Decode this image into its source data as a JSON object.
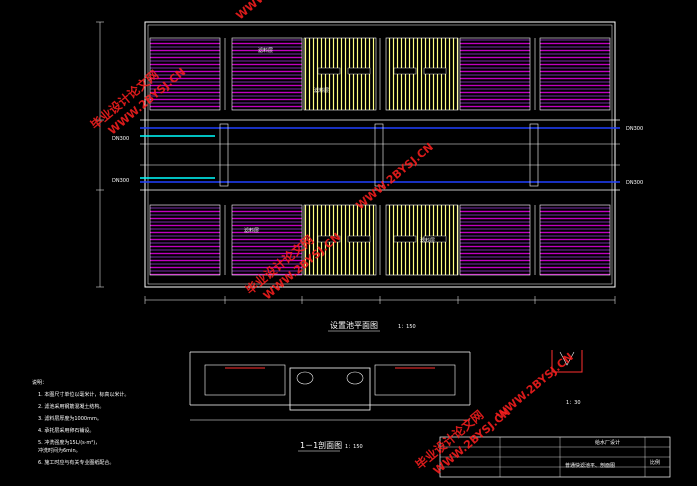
{
  "plan": {
    "title": "设置池平面图",
    "scale": "1：150",
    "section_labels_left": [
      "DN300",
      "DN300"
    ],
    "section_labels_right": [
      "DN300",
      "DN300"
    ],
    "inner_labels": [
      "滤料层",
      "滤料层",
      "滤料层",
      "滤料层"
    ]
  },
  "section": {
    "title": "1－1剖面图",
    "scale": "1：150"
  },
  "detail": {
    "scale": "1：30"
  },
  "notes": {
    "heading": "说明：",
    "lines": [
      "1. 本图尺寸单位以毫米计，标高以米计。",
      "2. 滤池采用钢筋混凝土结构。",
      "3. 滤料层厚度为1000mm。",
      "4. 承托层采用卵石铺设。",
      "5. 冲洗强度为15L/(s·m²)，",
      "   冲洗时间为6min。",
      "6. 施工时应与有关专业图纸配合。"
    ]
  },
  "title_block": {
    "project": "给水厂设计",
    "drawing_name": "普通快滤池平、剖面图",
    "scale": "比例"
  },
  "watermark": {
    "text_cn": "毕业设计论文网",
    "text_url": "WWW.2BYSJ.CN"
  },
  "colors": {
    "background": "#000000",
    "line": "#ffffff",
    "purple": "#c000c0",
    "yellow": "#ffff80",
    "cyan": "#00ffff",
    "blue": "#2040ff",
    "watermark": "#ff2020"
  }
}
